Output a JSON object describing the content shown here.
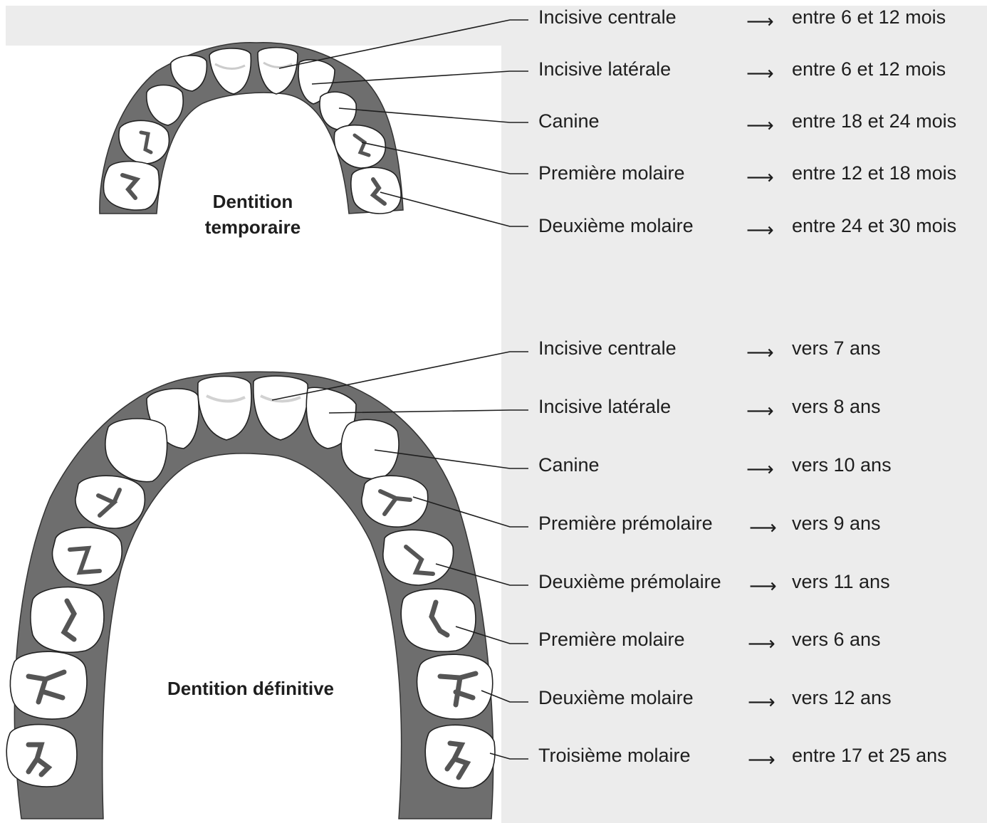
{
  "temporary": {
    "title_line1": "Dentition",
    "title_line2": "temporaire",
    "rows": [
      {
        "tooth": "Incisive centrale",
        "age": "entre 6 et 12 mois"
      },
      {
        "tooth": "Incisive latérale",
        "age": "entre 6 et 12 mois"
      },
      {
        "tooth": "Canine",
        "age": "entre 18 et 24 mois"
      },
      {
        "tooth": "Première molaire",
        "age": "entre 12 et 18 mois"
      },
      {
        "tooth": "Deuxième molaire",
        "age": "entre 24 et 30 mois"
      }
    ]
  },
  "permanent": {
    "title": "Dentition définitive",
    "rows": [
      {
        "tooth": "Incisive centrale",
        "age": "vers 7 ans"
      },
      {
        "tooth": "Incisive latérale",
        "age": "vers 8 ans"
      },
      {
        "tooth": "Canine",
        "age": "vers 10 ans"
      },
      {
        "tooth": "Première prémolaire",
        "age": "vers 9 ans"
      },
      {
        "tooth": "Deuxième prémolaire",
        "age": "vers 11 ans"
      },
      {
        "tooth": "Première molaire",
        "age": "vers 6 ans"
      },
      {
        "tooth": "Deuxième molaire",
        "age": "vers 12 ans"
      },
      {
        "tooth": "Troisième molaire",
        "age": "entre 17 et 25 ans"
      }
    ]
  },
  "arrow_glyph": "⟶",
  "colors": {
    "gum": "#6e6e6e",
    "tooth": "#ffffff",
    "groove": "#555555",
    "shade": "#ececec"
  }
}
